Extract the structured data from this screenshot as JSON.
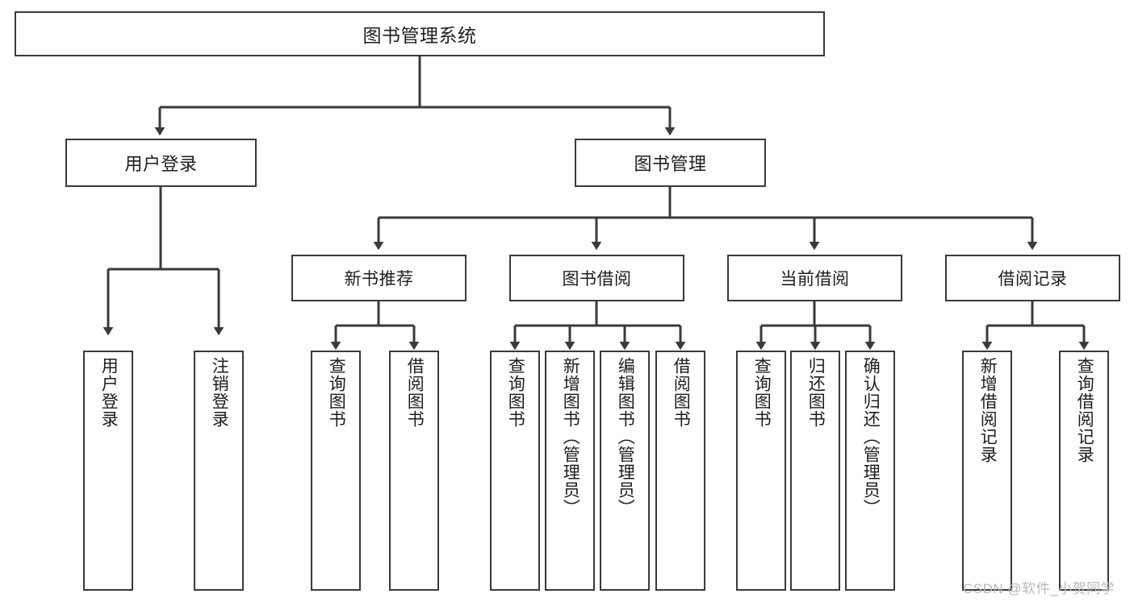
{
  "diagram": {
    "type": "tree-hierarchy",
    "title": "图书管理系统",
    "orientation": "top-down",
    "colors": {
      "box_border": "#3a3a3a",
      "box_fill": "#ffffff",
      "edge": "#3a3a3a",
      "text": "#1d1d1d",
      "watermark": "#b9b9b9"
    },
    "root": {
      "label": "图书管理系统"
    },
    "level1": [
      {
        "id": "user-login",
        "label": "用户登录"
      },
      {
        "id": "book-management",
        "label": "图书管理"
      }
    ],
    "level2": [
      {
        "id": "new-book-recommend",
        "label": "新书推荐",
        "parent": "book-management"
      },
      {
        "id": "book-borrow",
        "label": "图书借阅",
        "parent": "book-management"
      },
      {
        "id": "current-borrow",
        "label": "当前借阅",
        "parent": "book-management"
      },
      {
        "id": "borrow-record",
        "label": "借阅记录",
        "parent": "book-management"
      }
    ],
    "leaves": {
      "user-login": [
        {
          "id": "leaf-user-login",
          "label": "用户登录"
        },
        {
          "id": "leaf-user-logout",
          "label": "注销登录"
        }
      ],
      "new-book-recommend": [
        {
          "id": "leaf-query-book-1",
          "label": "查询图书"
        },
        {
          "id": "leaf-borrow-book-1",
          "label": "借阅图书"
        }
      ],
      "book-borrow": [
        {
          "id": "leaf-query-book-2",
          "label": "查询图书"
        },
        {
          "id": "leaf-add-book",
          "label": "新增图书（管理员）"
        },
        {
          "id": "leaf-edit-book",
          "label": "编辑图书（管理员）"
        },
        {
          "id": "leaf-borrow-book-2",
          "label": "借阅图书"
        }
      ],
      "current-borrow": [
        {
          "id": "leaf-query-book-3",
          "label": "查询图书"
        },
        {
          "id": "leaf-return-book",
          "label": "归还图书"
        },
        {
          "id": "leaf-confirm-return",
          "label": "确认归还（管理员）"
        }
      ],
      "borrow-record": [
        {
          "id": "leaf-add-record",
          "label": "新增借阅记录"
        },
        {
          "id": "leaf-query-record",
          "label": "查询借阅记录"
        }
      ]
    }
  },
  "watermark": {
    "text": "CSDN @软件_小贺同学"
  }
}
